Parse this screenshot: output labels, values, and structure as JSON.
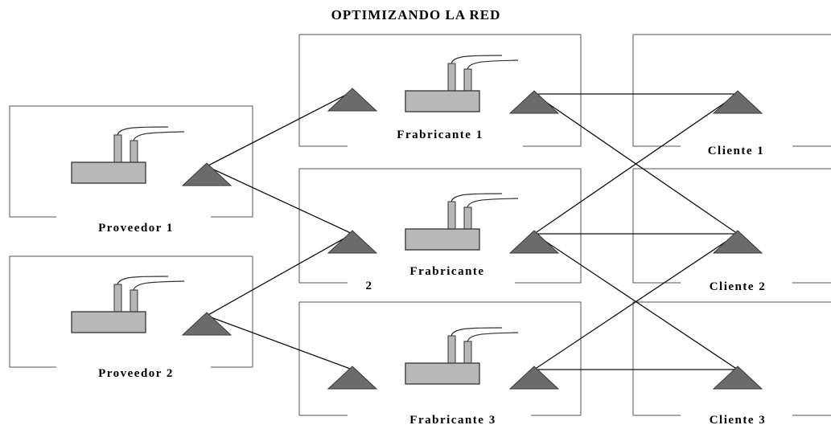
{
  "title": "OPTIMIZANDO LA RED",
  "nodes": {
    "proveedor_1": {
      "label": "Proveedor 1"
    },
    "proveedor_2": {
      "label": "Proveedor 2"
    },
    "fabricante_1": {
      "label": "Frabricante 1"
    },
    "fabricante_2": {
      "label": "Frabricante",
      "label_extra": "2"
    },
    "fabricante_3": {
      "label": "Frabricante 3"
    },
    "cliente_1": {
      "label": "Cliente 1"
    },
    "cliente_2": {
      "label": "Cliente 2"
    },
    "cliente_3": {
      "label": "Cliente 3"
    }
  },
  "colors": {
    "triangle": "#6b6b6b",
    "factory": "#b8b8b8",
    "line": "#111111"
  }
}
